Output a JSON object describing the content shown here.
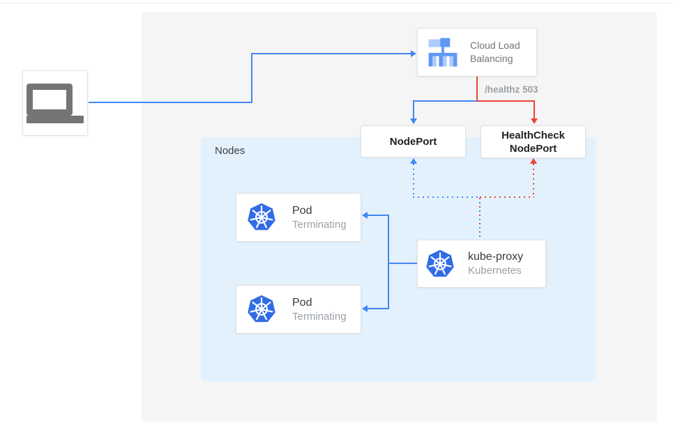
{
  "colors": {
    "blue": "#4285F4",
    "red": "#EA4335",
    "panel-bg": "#F5F5F5",
    "nodes-bg": "#E3F1FC",
    "k8s-blue": "#326CE5",
    "icon-blue": "#5E97F6",
    "icon-blue-light": "#AECBFA",
    "laptop-gray": "#757575"
  },
  "icons": {
    "client": "laptop-icon",
    "load_balancer": "cloud-load-balancing-icon",
    "pod": "kubernetes-icon",
    "kube_proxy": "kubernetes-icon"
  },
  "load_balancer": {
    "line1": "Cloud Load",
    "line2": "Balancing"
  },
  "edge_label": "/healthz 503",
  "nodes_panel": {
    "label": "Nodes"
  },
  "node_port": {
    "label": "NodePort"
  },
  "health_check_node_port": {
    "line1": "HealthCheck",
    "line2": "NodePort"
  },
  "pods": [
    {
      "title": "Pod",
      "status": "Terminating"
    },
    {
      "title": "Pod",
      "status": "Terminating"
    }
  ],
  "kube_proxy": {
    "title": "kube-proxy",
    "subtitle": "Kubernetes"
  }
}
